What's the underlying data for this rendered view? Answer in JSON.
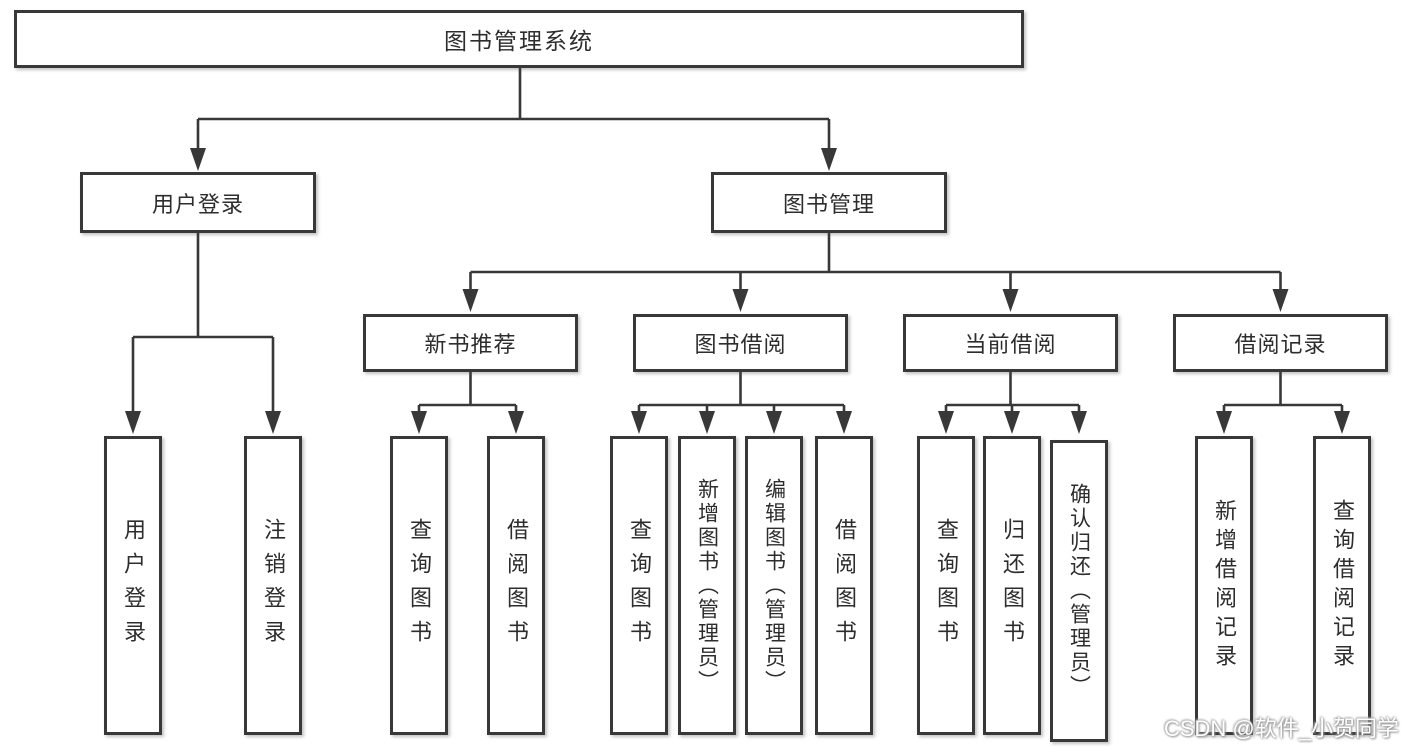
{
  "diagram": {
    "title_node": {
      "label": "图书管理系统"
    },
    "level2": {
      "user_login": {
        "label": "用户登录"
      },
      "book_management": {
        "label": "图书管理"
      }
    },
    "level3": {
      "new_book_recommend": {
        "label": "新书推荐"
      },
      "book_borrow": {
        "label": "图书借阅"
      },
      "current_borrow": {
        "label": "当前借阅"
      },
      "borrow_records": {
        "label": "借阅记录"
      }
    },
    "leaves": {
      "user_login": [
        "用户登录",
        "注销登录"
      ],
      "new_book_recommend": [
        "查询图书",
        "借阅图书"
      ],
      "book_borrow": [
        "查询图书",
        "新增图书（管理员）",
        "编辑图书（管理员）",
        "借阅图书"
      ],
      "current_borrow": [
        "查询图书",
        "归还图书",
        "确认归还（管理员）"
      ],
      "borrow_records": [
        "新增借阅记录",
        "查询借阅记录"
      ]
    },
    "colors": {
      "line": "#383838",
      "border": "#383838",
      "text": "#2d2d2d",
      "background": "#ffffff"
    }
  },
  "watermark": {
    "text": "CSDN @软件_小贺同学"
  }
}
